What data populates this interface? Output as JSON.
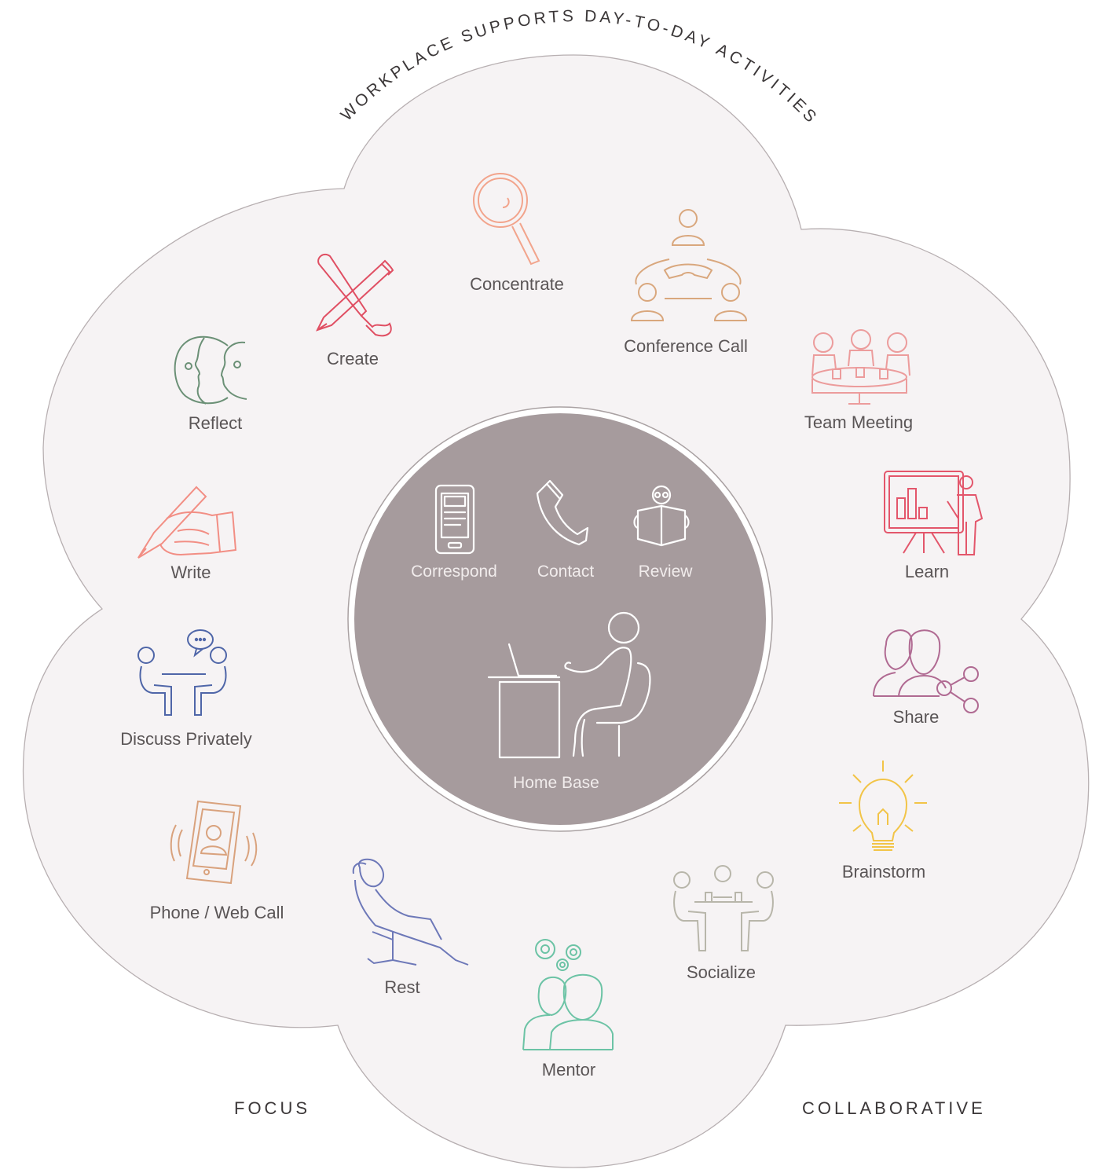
{
  "diagram": {
    "arc_title": "WORKPLACE SUPPORTS DAY-TO-DAY ACTIVITIES",
    "center": {
      "label": "Home Base",
      "items": [
        {
          "label": "Correspond",
          "icon": "smartphone-icon"
        },
        {
          "label": "Contact",
          "icon": "phone-handset-icon"
        },
        {
          "label": "Review",
          "icon": "reading-icon"
        }
      ]
    },
    "activities": [
      {
        "label": "Concentrate",
        "icon": "magnifier-icon",
        "color": "#f2a48c"
      },
      {
        "label": "Conference Call",
        "icon": "conference-call-icon",
        "color": "#d9a77d"
      },
      {
        "label": "Team Meeting",
        "icon": "team-meeting-icon",
        "color": "#ec9c9c"
      },
      {
        "label": "Learn",
        "icon": "presentation-icon",
        "color": "#e3566b"
      },
      {
        "label": "Share",
        "icon": "share-icon",
        "color": "#b06a92"
      },
      {
        "label": "Brainstorm",
        "icon": "lightbulb-icon",
        "color": "#f2c447"
      },
      {
        "label": "Socialize",
        "icon": "socialize-icon",
        "color": "#b8b6aa"
      },
      {
        "label": "Mentor",
        "icon": "mentor-icon",
        "color": "#6cc3a5"
      },
      {
        "label": "Rest",
        "icon": "reclining-person-icon",
        "color": "#6d78b8"
      },
      {
        "label": "Phone / Web Call",
        "icon": "phone-call-icon",
        "color": "#d9a27d"
      },
      {
        "label": "Discuss Privately",
        "icon": "discuss-icon",
        "color": "#4f66a8"
      },
      {
        "label": "Write",
        "icon": "writing-hand-icon",
        "color": "#f28e84"
      },
      {
        "label": "Reflect",
        "icon": "reflect-faces-icon",
        "color": "#6b9076"
      },
      {
        "label": "Create",
        "icon": "pencil-brush-icon",
        "color": "#e04f63"
      }
    ],
    "corners": {
      "left": "FOCUS",
      "right": "COLLABORATIVE"
    }
  }
}
